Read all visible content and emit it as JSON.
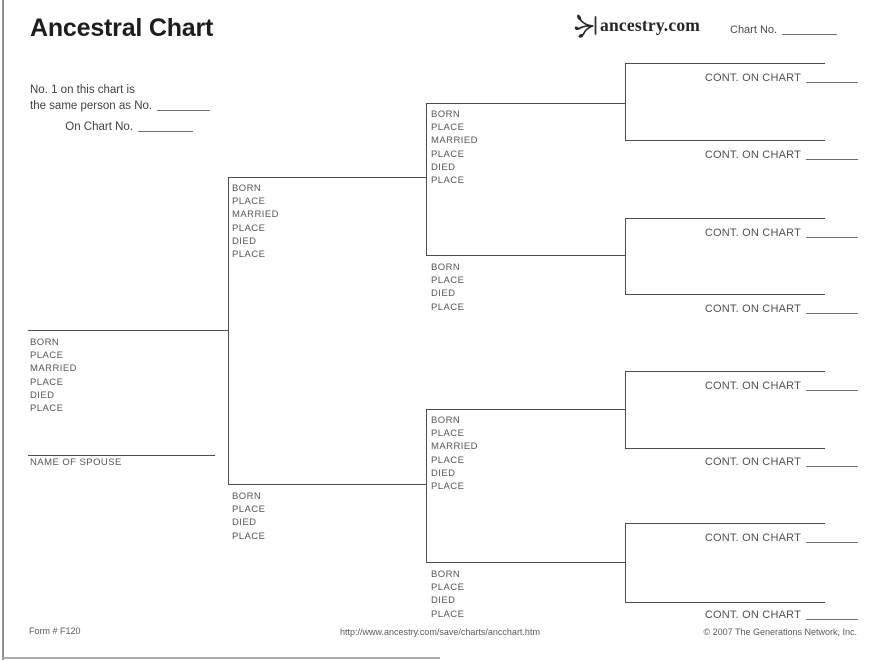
{
  "header": {
    "title": "Ancestral Chart",
    "brand": "ancestry.com",
    "chart_no_label": "Chart No."
  },
  "instructions": {
    "line1": "No. 1 on this chart is",
    "line2": "the same person as No.",
    "on_chart": "On Chart No."
  },
  "field_labels": {
    "full": [
      "BORN",
      "PLACE",
      "MARRIED",
      "PLACE",
      "DIED",
      "PLACE"
    ],
    "short": [
      "BORN",
      "PLACE",
      "DIED",
      "PLACE"
    ],
    "spouse": "NAME OF SPOUSE",
    "cont_on_chart": "CONT. ON CHART"
  },
  "footer": {
    "form_number": "Form # F120",
    "url": "http://www.ancestry.com/save/charts/ancchart.htm",
    "copyright": "© 2007 The Generations Network, Inc."
  }
}
